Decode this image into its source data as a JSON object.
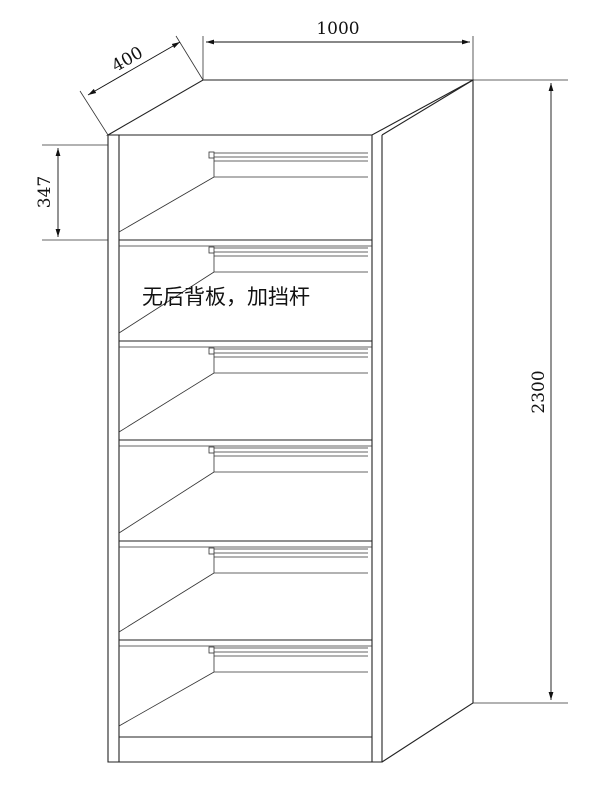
{
  "drawing": {
    "dimensions": {
      "width": "1000",
      "depth": "400",
      "height": "2300",
      "shelf_spacing": "347"
    },
    "note": "无后背板，加挡杆",
    "shelf_count": 6
  }
}
